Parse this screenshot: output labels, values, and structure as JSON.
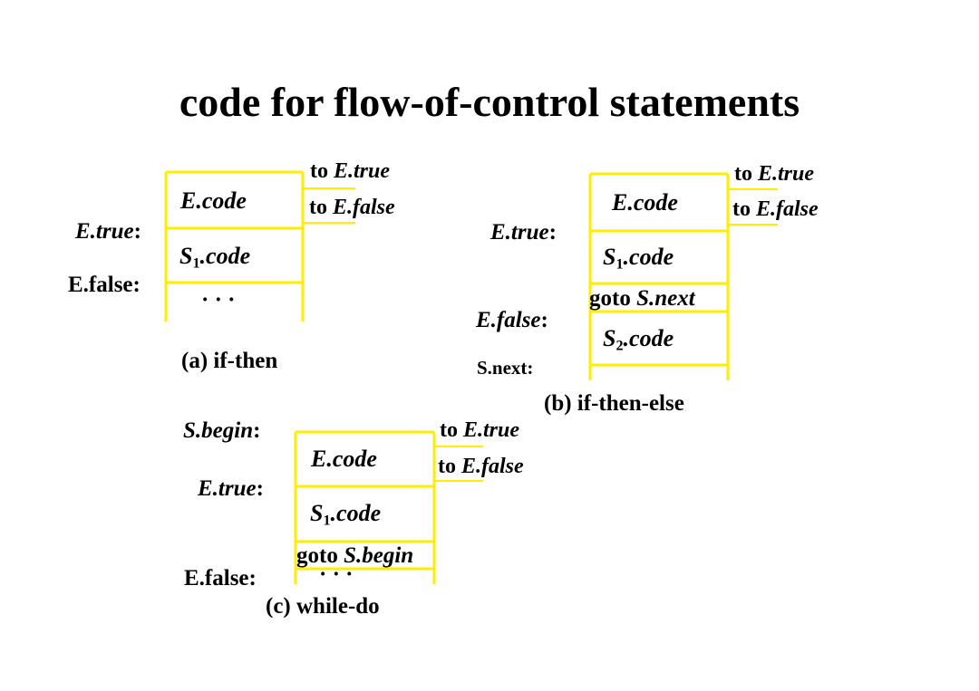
{
  "title": "code for flow-of-control statements",
  "colors": {
    "box_stroke": "#ffee00",
    "text": "#000000",
    "background": "#ffffff"
  },
  "diagrams": {
    "if_then": {
      "caption": "(a) if-then",
      "box_rows": [
        {
          "text": "E.code"
        },
        {
          "s": "S",
          "sub": "1",
          "rest": ".code"
        },
        {
          "text": "· · ·"
        }
      ],
      "branches": [
        {
          "prefix": "to ",
          "target": "E.true"
        },
        {
          "prefix": "to ",
          "target": "E.false"
        }
      ],
      "labels": [
        {
          "name": "E.true",
          "colon": ":"
        },
        {
          "text": "E.false:"
        }
      ]
    },
    "if_then_else": {
      "caption": "(b) if-then-else",
      "box_rows": [
        {
          "text": "E.code"
        },
        {
          "s": "S",
          "sub": "1",
          "rest": ".code"
        },
        {
          "prefix": "goto ",
          "target": "S.next"
        },
        {
          "s": "S",
          "sub": "2",
          "rest": ".code"
        }
      ],
      "branches": [
        {
          "prefix": "to ",
          "target": "E.true"
        },
        {
          "prefix": "to ",
          "target": "E.false"
        }
      ],
      "labels": [
        {
          "name": "E.true",
          "colon": ":"
        },
        {
          "name": "E.false",
          "colon": ":"
        },
        {
          "text": "S.next:"
        }
      ]
    },
    "while_do": {
      "caption": "(c) while-do",
      "box_rows": [
        {
          "text": "E.code"
        },
        {
          "s": "S",
          "sub": "1",
          "rest": ".code"
        },
        {
          "prefix": "goto ",
          "target": "S.begin"
        },
        {
          "text": "· · ·"
        }
      ],
      "branches": [
        {
          "prefix": "to ",
          "target": "E.true"
        },
        {
          "prefix": "to ",
          "target": "E.false"
        }
      ],
      "labels": [
        {
          "name": "S.begin",
          "colon": ":"
        },
        {
          "name": "E.true",
          "colon": ":"
        },
        {
          "text": "E.false:"
        }
      ]
    }
  }
}
